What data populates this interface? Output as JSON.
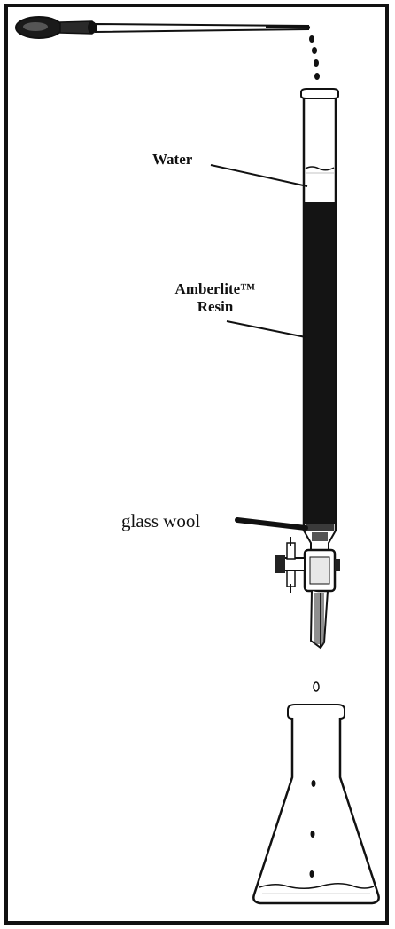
{
  "labels": {
    "water": "Water",
    "resin_line1": "Amberlite™",
    "resin_line2": "Resin",
    "glass_wool": "glass wool"
  },
  "colors": {
    "ink": "#111111",
    "resin": "#141414",
    "paper": "#ffffff"
  },
  "icons": [
    "dropper-icon",
    "drop-icon",
    "stopcock-icon",
    "flask-icon"
  ]
}
